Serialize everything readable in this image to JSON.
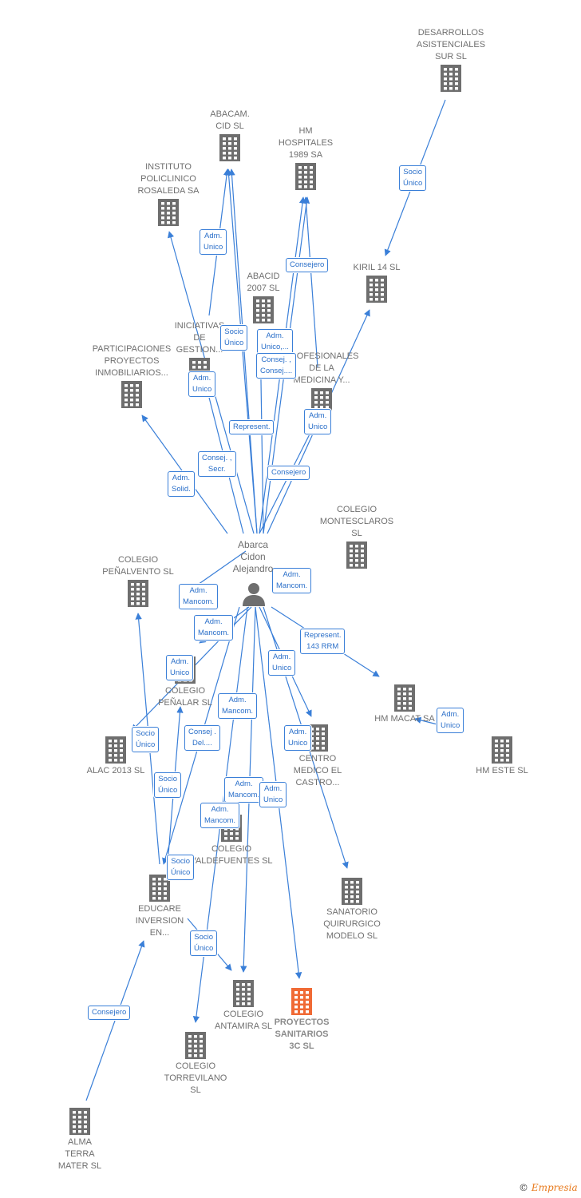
{
  "center_person": {
    "label": "Abarca\nCidon\nAlejandro",
    "icon": "person-icon"
  },
  "companies": [
    {
      "id": "desarrollos",
      "label": "DESARROLLOS\nASISTENCIALES\nSUR  SL"
    },
    {
      "id": "abacam",
      "label": "ABACAM.\nCID SL"
    },
    {
      "id": "hm1989",
      "label": "HM\nHOSPITALES\n1989 SA"
    },
    {
      "id": "instituto",
      "label": "INSTITUTO\nPOLICLINICO\nROSALEDA SA"
    },
    {
      "id": "kiril",
      "label": "KIRIL 14 SL"
    },
    {
      "id": "abacid",
      "label": "ABACID\n2007 SL"
    },
    {
      "id": "iniciativas",
      "label": "INICIATIVAS\nDE\nGESTION..."
    },
    {
      "id": "participaciones",
      "label": "PARTICIPACIONES\nPROYECTOS\nINMOBILIARIOS..."
    },
    {
      "id": "profesionales",
      "label": "PROFESIONALES\nDE LA\nMEDICINA Y..."
    },
    {
      "id": "montesclaros",
      "label": "COLEGIO\nMONTESCLAROS\nSL"
    },
    {
      "id": "penalvento",
      "label": "COLEGIO\nPEÑALVENTO SL"
    },
    {
      "id": "penalar",
      "label": "COLEGIO\nPEÑALAR SL"
    },
    {
      "id": "hmmacat",
      "label": "HM MACAT SA"
    },
    {
      "id": "alac",
      "label": "ALAC 2013  SL"
    },
    {
      "id": "centromedico",
      "label": "CENTRO\nMEDICO EL\nCASTRO..."
    },
    {
      "id": "hmeste",
      "label": "HM ESTE  SL"
    },
    {
      "id": "valdefuentes",
      "label": "COLEGIO\nVALDEFUENTES SL"
    },
    {
      "id": "educare",
      "label": "EDUCARE\nINVERSION\nEN..."
    },
    {
      "id": "sanatorio",
      "label": "SANATORIO\nQUIRURGICO\nMODELO SL"
    },
    {
      "id": "antamira",
      "label": "COLEGIO\nANTAMIRA SL"
    },
    {
      "id": "proyectos",
      "label": "PROYECTOS\nSANITARIOS\n3C  SL"
    },
    {
      "id": "torrevilano",
      "label": "COLEGIO\nTORREVILANO\nSL"
    },
    {
      "id": "alma",
      "label": "ALMA\nTERRA\nMATER  SL"
    }
  ],
  "relations": [
    "Socio\nÚnico",
    "Adm.\nUnico",
    "Consejero",
    "Socio\nÚnico",
    "Adm.\nUnico,...",
    "Consej. ,\nConsej....",
    "Adm.\nUnico",
    "Adm.\nUnico",
    "Represent.",
    "Consej. ,\nSecr.",
    "Consejero",
    "Adm.\nSolid.",
    "Adm.\nMancom.",
    "Adm.\nMancom.",
    "Adm.\nMancom.",
    "Represent.\n143 RRM",
    "Adm.\nUnico",
    "Adm.\nUnico",
    "Adm.\nUnico",
    "Adm.\nMancom.",
    "Consej .\nDel....",
    "Socio\nÚnico",
    "Adm.\nUnico",
    "Socio\nÚnico",
    "Adm.\nMancom.",
    "Adm.\nUnico",
    "Adm.\nMancom.",
    "Socio\nÚnico",
    "Socio\nÚnico",
    "Consejero"
  ],
  "branding": {
    "copyright": "©",
    "name": "Empresia"
  },
  "colors": {
    "edge": "#3a7fd8",
    "building": "#6e6e6e",
    "highlight": "#f06a35"
  }
}
